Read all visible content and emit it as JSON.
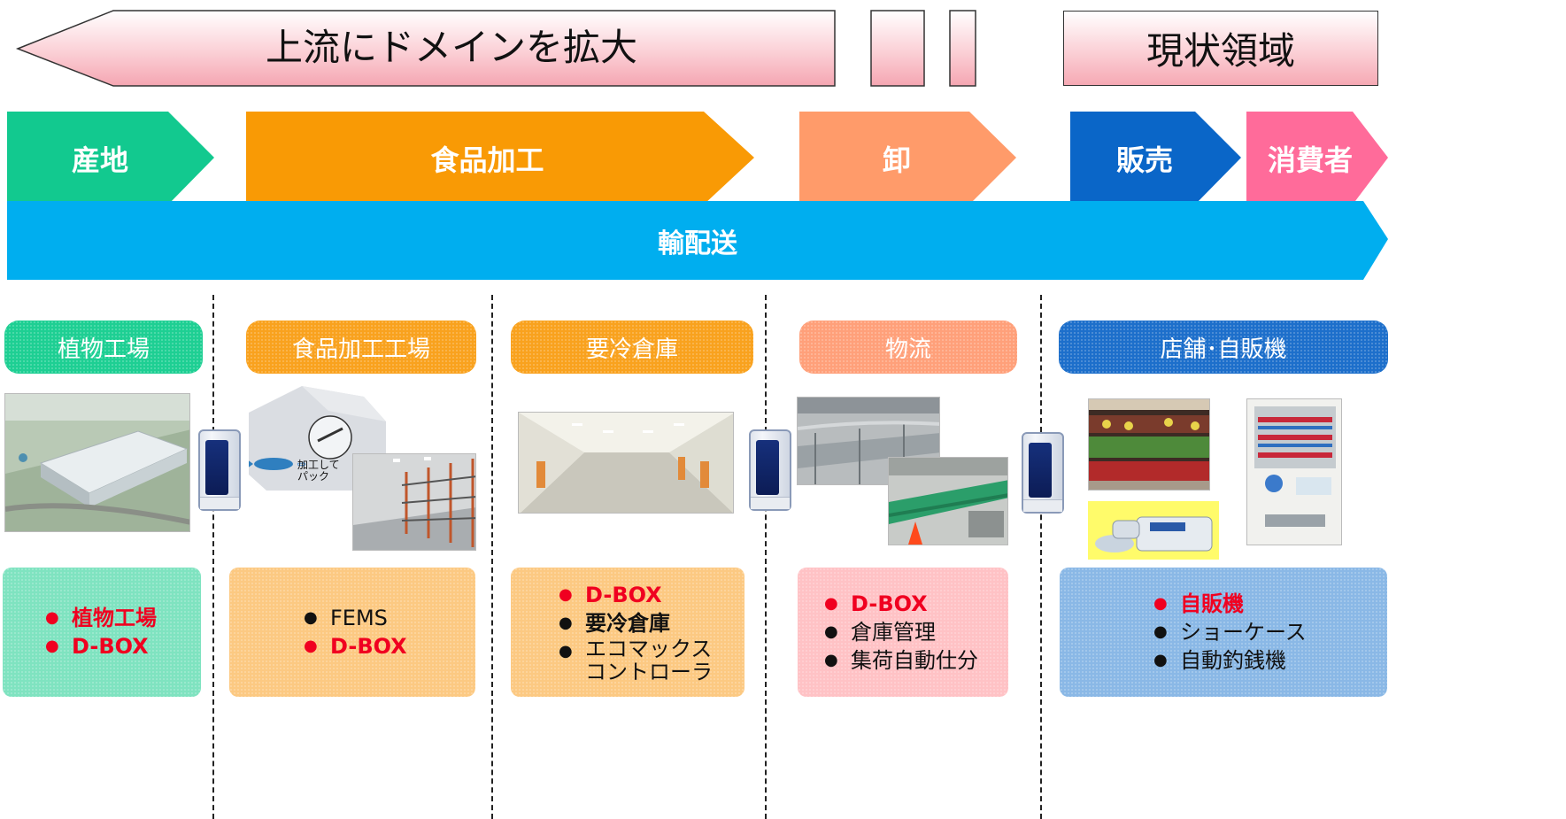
{
  "banner": {
    "expand_label": "上流にドメインを拡大",
    "current_label": "現状領域"
  },
  "flow": {
    "stages": [
      "産地",
      "食品加工",
      "卸",
      "販売",
      "消費者"
    ],
    "transport": "輸配送"
  },
  "sections": [
    {
      "header": "植物工場",
      "items": [
        {
          "text": "植物工場",
          "style": "red"
        },
        {
          "text": "D-BOX",
          "style": "red"
        }
      ]
    },
    {
      "header": "食品加工工場",
      "items": [
        {
          "text": "FEMS",
          "style": "black"
        },
        {
          "text": "D-BOX",
          "style": "red"
        }
      ]
    },
    {
      "header": "要冷倉庫",
      "items": [
        {
          "text": "D-BOX",
          "style": "red"
        },
        {
          "text": "要冷倉庫",
          "style": "black-bold"
        },
        {
          "text": "エコマックス\nコントローラ",
          "style": "black"
        }
      ]
    },
    {
      "header": "物流",
      "items": [
        {
          "text": "D-BOX",
          "style": "red"
        },
        {
          "text": "倉庫管理",
          "style": "black"
        },
        {
          "text": "集荷自動仕分",
          "style": "black"
        }
      ]
    },
    {
      "header": "店舗･自販機",
      "items": [
        {
          "text": "自販機",
          "style": "red"
        },
        {
          "text": "ショーケース",
          "style": "black"
        },
        {
          "text": "自動釣銭機",
          "style": "black"
        }
      ]
    }
  ],
  "illustrations": {
    "food_process_label": "加工して\nパック"
  },
  "colors": {
    "origin": "#12c98f",
    "food_processing": "#f99a05",
    "wholesale": "#ff9b6a",
    "retail": "#0a66c8",
    "consumer": "#ff6b9a",
    "transport": "#00aeef",
    "highlight_red": "#f00020"
  }
}
